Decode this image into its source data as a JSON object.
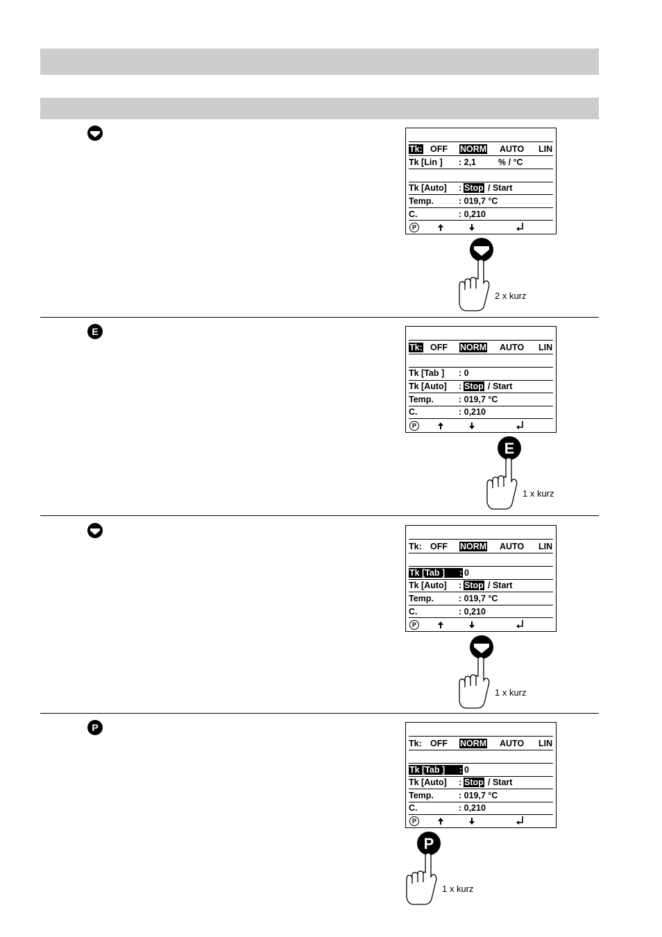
{
  "screens": [
    {
      "tk_label": "Tk:",
      "tk_label_inverted": true,
      "modes": [
        "OFF",
        "NORM",
        "AUTO",
        "LIN"
      ],
      "active_mode": "NORM",
      "row_a": {
        "label": "Tk [Lin ]",
        "value": ": 2,1",
        "unit": "% / °C"
      },
      "row_auto": {
        "label": "Tk [Auto]",
        "sep": ":",
        "stop": "Stop",
        "rest": "/ Start"
      },
      "row_temp": {
        "label": "Temp.",
        "value": ": 019,7 °C"
      },
      "row_c": {
        "label": "C.",
        "value": ": 0,210"
      },
      "footer_p": "P"
    },
    {
      "tk_label": "Tk:",
      "tk_label_inverted": true,
      "modes": [
        "OFF",
        "NORM",
        "AUTO",
        "LIN"
      ],
      "active_mode": "NORM",
      "row_a": {
        "label": "Tk [Tab ]",
        "value": ": 0"
      },
      "row_auto": {
        "label": "Tk [Auto]",
        "sep": ":",
        "stop": "Stop",
        "rest": "/ Start"
      },
      "row_temp": {
        "label": "Temp.",
        "value": ": 019,7 °C"
      },
      "row_c": {
        "label": "C.",
        "value": ": 0,210"
      },
      "footer_p": "P"
    },
    {
      "tk_label": "Tk:",
      "tk_label_inverted": false,
      "modes": [
        "OFF",
        "NORM",
        "AUTO",
        "LIN"
      ],
      "active_mode": "NORM",
      "row_a": {
        "label": "Tk [Tab ]",
        "sep": ":",
        "value": "0"
      },
      "row_auto": {
        "label": "Tk [Auto]",
        "sep": ":",
        "stop": "Stop",
        "rest": "/ Start"
      },
      "row_temp": {
        "label": "Temp.",
        "value": ": 019,7 °C"
      },
      "row_c": {
        "label": "C.",
        "value": ": 0,210"
      },
      "footer_p": "P"
    },
    {
      "tk_label": "Tk:",
      "tk_label_inverted": false,
      "modes": [
        "OFF",
        "NORM",
        "AUTO",
        "LIN"
      ],
      "active_mode": "NORM",
      "row_a": {
        "label": "Tk [Tab ]",
        "sep": ":",
        "value": "0"
      },
      "row_auto": {
        "label": "Tk [Auto]",
        "sep": ":",
        "stop": "Stop",
        "rest": "/ Start"
      },
      "row_temp": {
        "label": "Temp.",
        "value": ": 019,7 °C"
      },
      "row_c": {
        "label": "C.",
        "value": ": 0,210"
      },
      "footer_p": "P"
    }
  ],
  "steps": [
    {
      "key_icon": "down-key-icon",
      "press_label": "2 x kurz"
    },
    {
      "key_icon": "e-key-icon",
      "key_letter": "E",
      "press_label": "1 x kurz"
    },
    {
      "key_icon": "down-key-icon",
      "press_label": "1 x kurz"
    },
    {
      "key_icon": "p-key-icon",
      "key_letter": "P",
      "press_label": "1 x kurz"
    }
  ],
  "colors": {
    "header_bar": "#cdcdcd",
    "ink": "#000000"
  }
}
